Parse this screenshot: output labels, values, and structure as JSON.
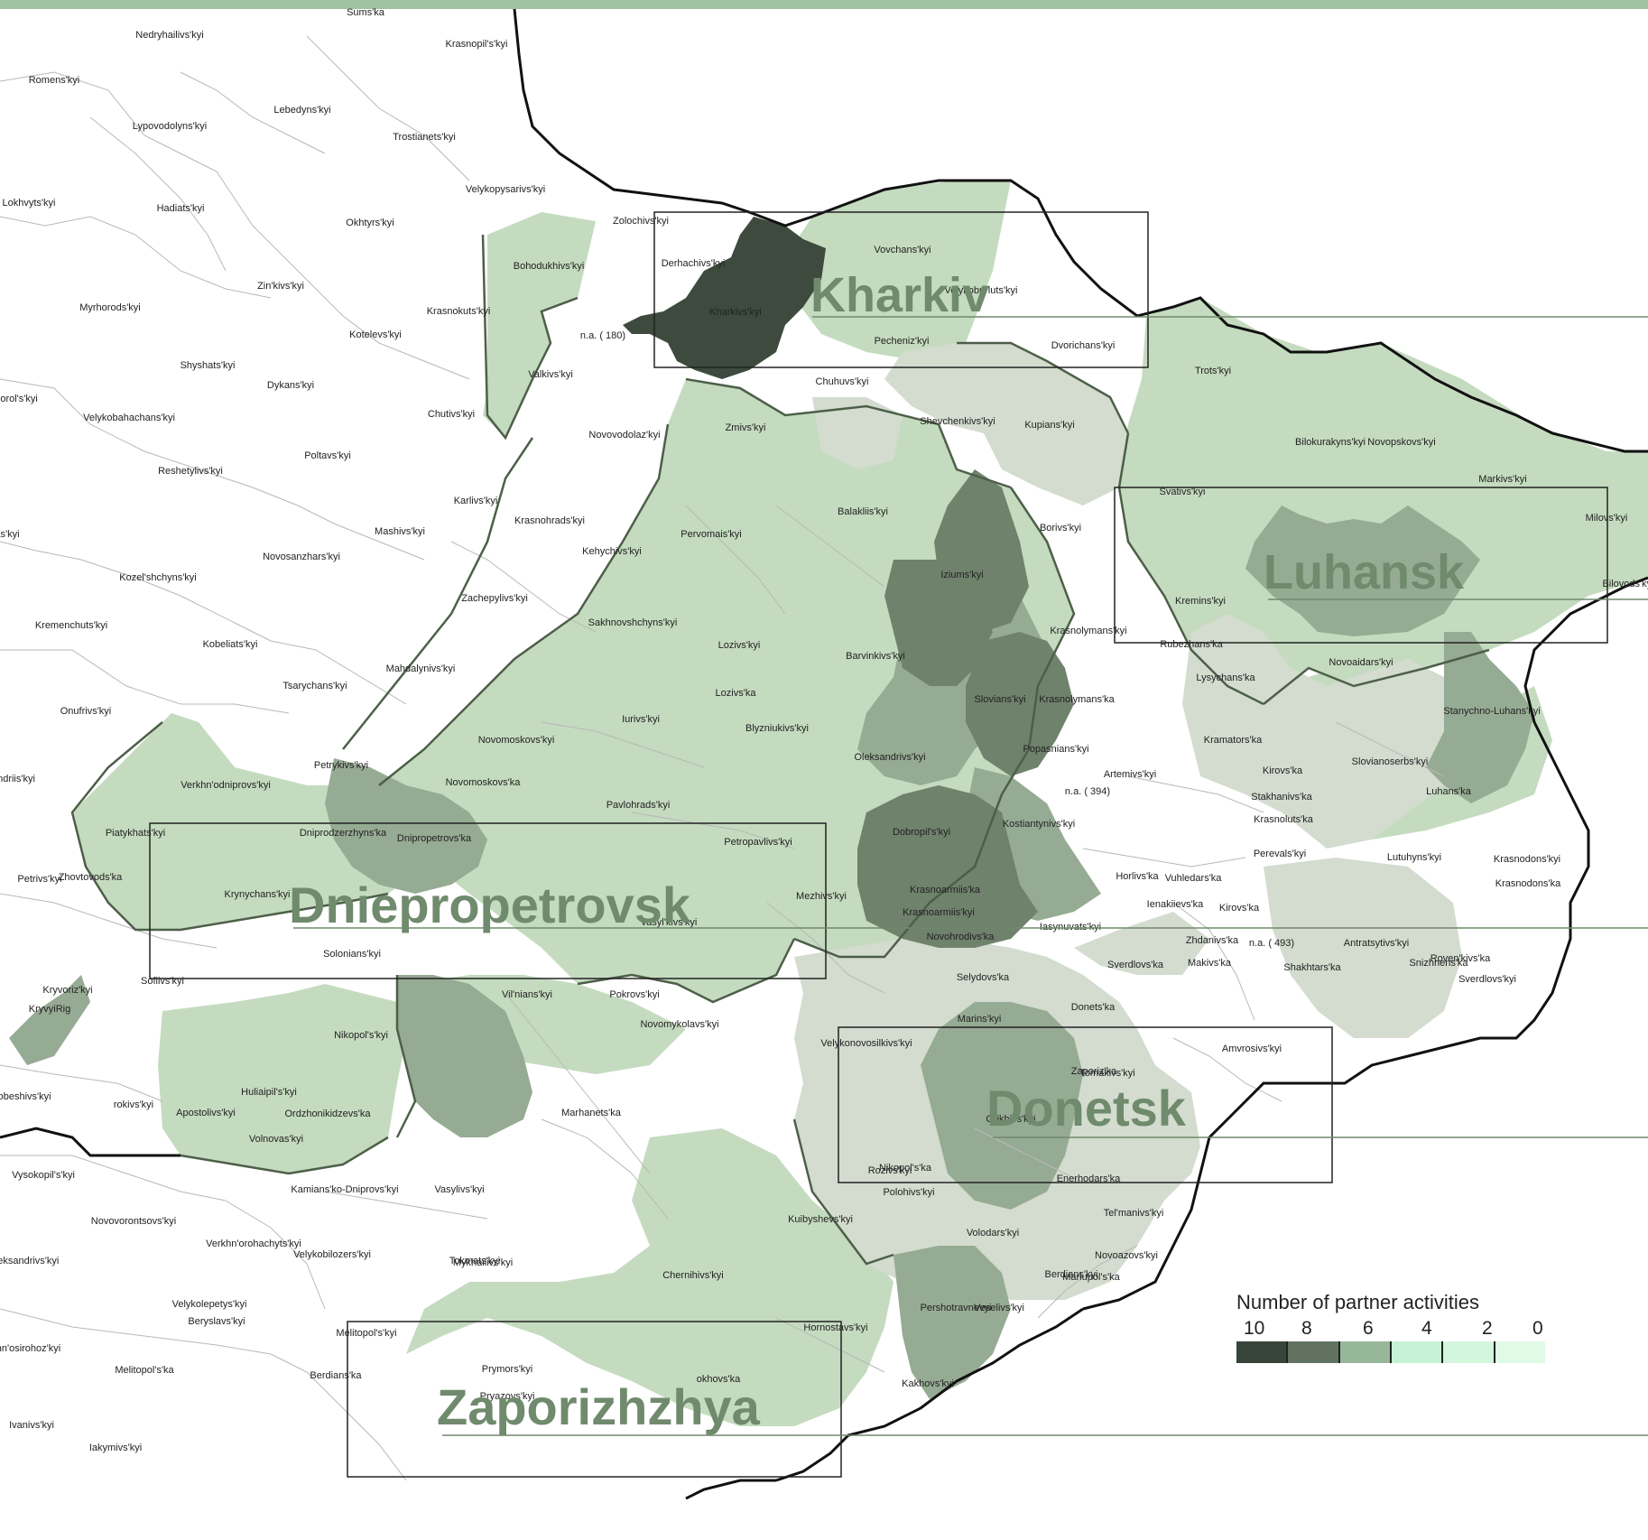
{
  "map": {
    "oblasts": [
      {
        "name": "Kharkiv"
      },
      {
        "name": "Luhansk"
      },
      {
        "name": "Dniepropetrovsk"
      },
      {
        "name": "Donetsk"
      },
      {
        "name": "Zaporizhzhya"
      }
    ],
    "colors": {
      "c10": "#3d4a3d",
      "c8": "#6f826c",
      "c7": "#96ab93",
      "c5": "#c4dbbf",
      "c4": "#d5e5cf",
      "c3": "#d3dccf",
      "border_national": "#111111",
      "border_district": "#b8b8b8",
      "border_oblast": "#4d5f49"
    },
    "districts": [
      {
        "name": "Sums'ka"
      },
      {
        "name": "Krasnopil's'kyi"
      },
      {
        "name": "Nedryhailivs'kyi"
      },
      {
        "name": "Romens'kyi"
      },
      {
        "name": "Lebedyns'kyi"
      },
      {
        "name": "Lypovodolyns'kyi"
      },
      {
        "name": "Trostianets'kyi"
      },
      {
        "name": "Lokhvyts'kyi"
      },
      {
        "name": "Hadiats'kyi"
      },
      {
        "name": "Velykopysarivs'kyi"
      },
      {
        "name": "Okhtyrs'kyi"
      },
      {
        "name": "Zolochivs'kyi"
      },
      {
        "name": "Derhachivs'kyi"
      },
      {
        "name": "Vovchans'kyi"
      },
      {
        "name": "Bohodukhivs'kyi"
      },
      {
        "name": "Zin'kivs'kyi"
      },
      {
        "name": "Kharkivs'kyi"
      },
      {
        "name": "Velykoburluts'kyi"
      },
      {
        "name": "Myrhorods'kyi"
      },
      {
        "name": "Krasnokuts'kyi"
      },
      {
        "name": "n.a. ( 180)"
      },
      {
        "name": "Pecheniz'kyi"
      },
      {
        "name": "Dvorichans'kyi"
      },
      {
        "name": "Kotelevs'kyi"
      },
      {
        "name": "Shyshats'kyi"
      },
      {
        "name": "Valkivs'kyi"
      },
      {
        "name": "Chuhuvs'kyi"
      },
      {
        "name": "Trots'kyi"
      },
      {
        "name": "Dykans'kyi"
      },
      {
        "name": "horol's'kyi"
      },
      {
        "name": "Velykobahachans'kyi"
      },
      {
        "name": "Chutivs'kyi"
      },
      {
        "name": "Novovodolaz'kyi"
      },
      {
        "name": "Shevchenkivs'kyi"
      },
      {
        "name": "Kupians'kyi"
      },
      {
        "name": "Zmivs'kyi"
      },
      {
        "name": "Bilokurakyns'kyi"
      },
      {
        "name": "Novopskovs'kyi"
      },
      {
        "name": "Poltavs'kyi"
      },
      {
        "name": "Reshetylivs'kyi"
      },
      {
        "name": "Markivs'kyi"
      },
      {
        "name": "Karlivs'kyi"
      },
      {
        "name": "Svativs'kyi"
      },
      {
        "name": "Balakliis'kyi"
      },
      {
        "name": "Milovs'kyi"
      },
      {
        "name": "Krasnohrads'kyi"
      },
      {
        "name": "Borivs'kyi"
      },
      {
        "name": "as'kyi"
      },
      {
        "name": "Mashivs'kyi"
      },
      {
        "name": "Pervomais'kyi"
      },
      {
        "name": "Kehychivs'kyi"
      },
      {
        "name": "Novosanzhars'kyi"
      },
      {
        "name": "Iziums'kyi"
      },
      {
        "name": "Kozel'shchyns'kyi"
      },
      {
        "name": "Kremins'kyi"
      },
      {
        "name": "Bilovods'kyi"
      },
      {
        "name": "Zachepylivs'kyi"
      },
      {
        "name": "Sakhnovshchyns'kyi"
      },
      {
        "name": "Krasnolymans'kyi"
      },
      {
        "name": "Kremenchuts'kyi"
      },
      {
        "name": "Kobeliats'kyi"
      },
      {
        "name": "Rubezhans'ka"
      },
      {
        "name": "Lozivs'kyi"
      },
      {
        "name": "Barvinkivs'kyi"
      },
      {
        "name": "Novoaidars'kyi"
      },
      {
        "name": "Mahdalynivs'kyi"
      },
      {
        "name": "Lysychans'ka"
      },
      {
        "name": "Tsarychans'kyi"
      },
      {
        "name": "Slovians'kyi"
      },
      {
        "name": "Krasnolymans'ka"
      },
      {
        "name": "Lozivs'ka"
      },
      {
        "name": "Onufrivs'kyi"
      },
      {
        "name": "Iurivs'kyi"
      },
      {
        "name": "Stanychno-Luhans'kyi"
      },
      {
        "name": "Blyzniukivs'kyi"
      },
      {
        "name": "Novomoskovs'kyi"
      },
      {
        "name": "Kramators'ka"
      },
      {
        "name": "Popasnians'kyi"
      },
      {
        "name": "Oleksandrivs'kyi"
      },
      {
        "name": "ndriis'kyi"
      },
      {
        "name": "Petrykivs'kyi"
      },
      {
        "name": "Verkhn'odniprovs'kyi"
      },
      {
        "name": "Artemivs'kyi"
      },
      {
        "name": "Slovianoserbs'kyi"
      },
      {
        "name": "Novomoskovs'ka"
      },
      {
        "name": "Kirovs'ka"
      },
      {
        "name": "n.a. ( 394)"
      },
      {
        "name": "Stakhanivs'ka"
      },
      {
        "name": "Luhans'ka"
      },
      {
        "name": "Pavlohrads'kyi"
      },
      {
        "name": "Krasnoluts'ka"
      },
      {
        "name": "Piatykhats'kyi"
      },
      {
        "name": "Dniprodzerzhyns'ka"
      },
      {
        "name": "Dnipropetrovs'ka"
      },
      {
        "name": "Kostiantynivs'kyi"
      },
      {
        "name": "Dobropil's'kyi"
      },
      {
        "name": "Petropavlivs'kyi"
      },
      {
        "name": "Perevals'kyi"
      },
      {
        "name": "Lutuhyns'kyi"
      },
      {
        "name": "Krasnodons'kyi"
      },
      {
        "name": "Horlivs'ka"
      },
      {
        "name": "Vuhledars'ka"
      },
      {
        "name": "Petrivs'kyi"
      },
      {
        "name": "Zhovtovods'ka"
      },
      {
        "name": "Krasnodons'ka"
      },
      {
        "name": "Krasnoarmiis'ka"
      },
      {
        "name": "Ienakiievs'ka"
      },
      {
        "name": "Kirovs'ka"
      },
      {
        "name": "Krynychans'kyi"
      },
      {
        "name": "Mezhivs'kyi"
      },
      {
        "name": "Krasnoarmiis'kyi"
      },
      {
        "name": "Iasynuvats'kyi"
      },
      {
        "name": "Vasyl'kivs'kyi"
      },
      {
        "name": "Novohrodivs'ka"
      },
      {
        "name": "Zhdanivs'ka"
      },
      {
        "name": "n.a. ( 493)"
      },
      {
        "name": "Antratsytivs'kyi"
      },
      {
        "name": "Sverdlovs'ka"
      },
      {
        "name": "Makivs'ka"
      },
      {
        "name": "Shakhtars'ka"
      },
      {
        "name": "Snizhnens'ka"
      },
      {
        "name": "Roven'kivs'ka"
      },
      {
        "name": "Solonians'kyi"
      },
      {
        "name": "Sofiivs'kyi"
      },
      {
        "name": "Selydovs'ka"
      },
      {
        "name": "Sverdlovs'kyi"
      },
      {
        "name": "Kryvoriz'kyi"
      },
      {
        "name": "KryvyiRig"
      },
      {
        "name": "Vil'nians'kyi"
      },
      {
        "name": "Pokrovs'kyi"
      },
      {
        "name": "Donets'ka"
      },
      {
        "name": "Novomykolavs'kyi"
      },
      {
        "name": "Marins'kyi"
      },
      {
        "name": "Velykonovosilkivs'kyi"
      },
      {
        "name": "Amvrosivs'kyi"
      },
      {
        "name": "Zaporiz'ka"
      },
      {
        "name": "Tomakivs'kyi"
      },
      {
        "name": "Nikopol's'kyi"
      },
      {
        "name": "Huliaipil's'kyi"
      },
      {
        "name": "Starobeshivs'kyi"
      },
      {
        "name": "rokivs'kyi"
      },
      {
        "name": "Apostolivs'kyi"
      },
      {
        "name": "Ordzhonikidzevs'ka"
      },
      {
        "name": "Marhanets'ka"
      },
      {
        "name": "Orikhivs'kyi"
      },
      {
        "name": "Volnovas'kyi"
      },
      {
        "name": "Nikopol's'ka"
      },
      {
        "name": "Enerhodars'ka"
      },
      {
        "name": "Vysokopil's'kyi"
      },
      {
        "name": "Rozivs'kyi"
      },
      {
        "name": "Polohivs'kyi"
      },
      {
        "name": "Tel'manivs'kyi"
      },
      {
        "name": "Kamians'ko-Dniprovs'kyi"
      },
      {
        "name": "Vasylivs'kyi"
      },
      {
        "name": "Novovorontsovs'kyi"
      },
      {
        "name": "Kuibyshevs'kyi"
      },
      {
        "name": "Volodars'kyi"
      },
      {
        "name": "Verkhn'orohachyts'kyi"
      },
      {
        "name": "Velykobilozers'kyi"
      },
      {
        "name": "Tokmats'kyi"
      },
      {
        "name": "Novoazovs'kyi"
      },
      {
        "name": "oleksandrivs'kyi"
      },
      {
        "name": "Mykhailivs'kyi"
      },
      {
        "name": "Chernihivs'kyi"
      },
      {
        "name": "Mariupol's'ka"
      },
      {
        "name": "Velykolepetys'kyi"
      },
      {
        "name": "Pershotravnevyi"
      },
      {
        "name": "Veselivs'kyi"
      },
      {
        "name": "Berdians'kyi"
      },
      {
        "name": "Beryslavs'kyi"
      },
      {
        "name": "Melitopol's'kyi"
      },
      {
        "name": "Hornostavs'kyi"
      },
      {
        "name": "Nyzhn'osirohoz'kyi"
      },
      {
        "name": "Prymors'kyi"
      },
      {
        "name": "Melitopol's'ka"
      },
      {
        "name": "Berdians'ka"
      },
      {
        "name": "okhovs'ka"
      },
      {
        "name": "Pryazovs'kyi"
      },
      {
        "name": "Kakhovs'kyi"
      },
      {
        "name": "Ivanivs'kyi"
      },
      {
        "name": "Iakymivs'kyi"
      }
    ]
  },
  "legend": {
    "title": "Number of partner activities",
    "ticks": [
      "10",
      "8",
      "6",
      "4",
      "2",
      "0"
    ],
    "colors": [
      "#37443a",
      "#617261",
      "#97b79b",
      "#c5f2d4",
      "#d3f7dd",
      "#e0fae6"
    ]
  }
}
